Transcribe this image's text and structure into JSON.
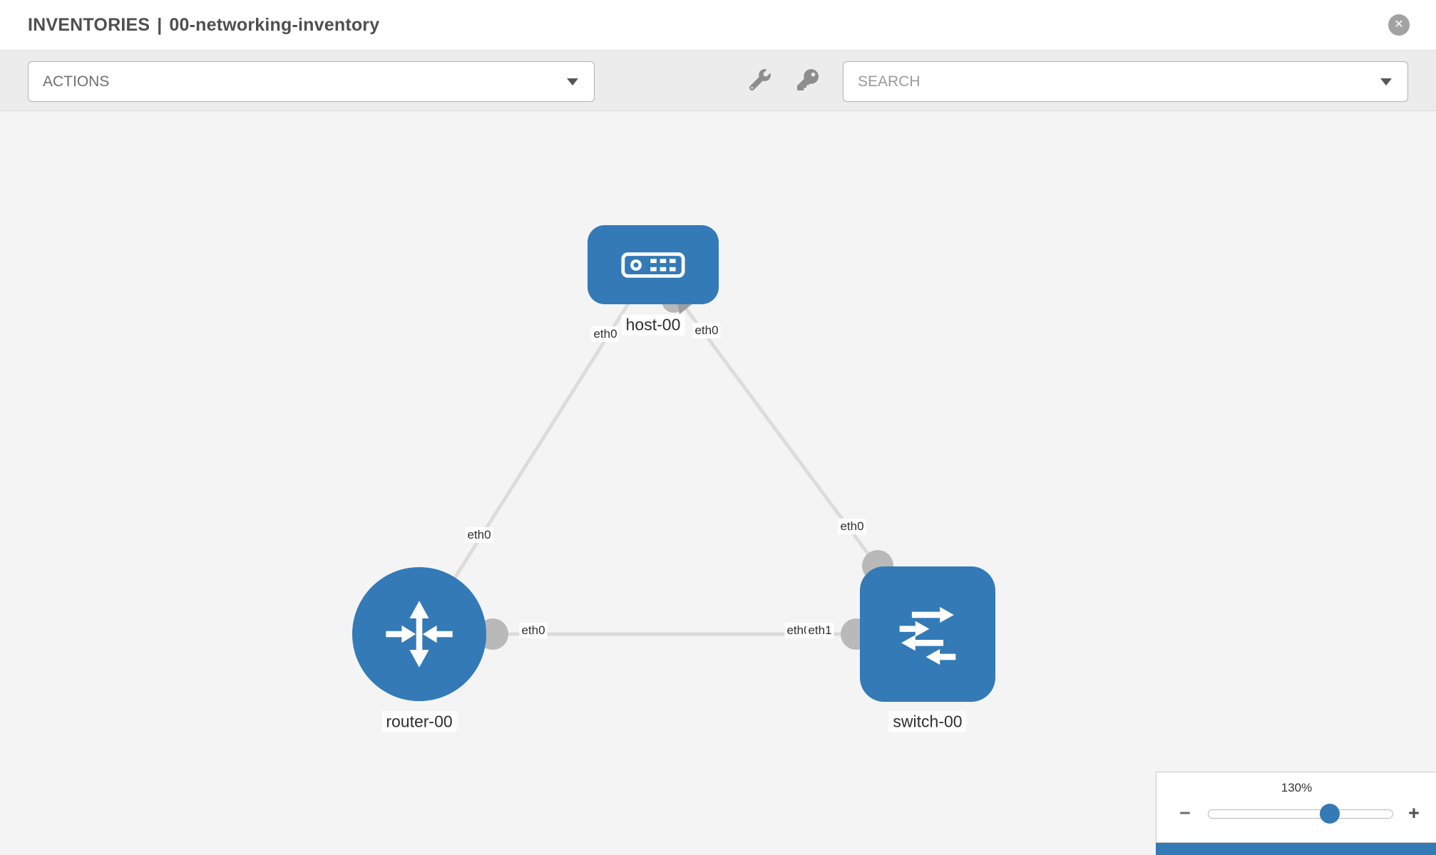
{
  "header": {
    "section": "INVENTORIES",
    "divider": "|",
    "inventory_name": "00-networking-inventory",
    "close_glyph": "✕"
  },
  "toolbar": {
    "actions_label": "ACTIONS",
    "search_placeholder": "SEARCH"
  },
  "diagram": {
    "nodes": [
      {
        "name": "host-00",
        "type": "host"
      },
      {
        "name": "router-00",
        "type": "router"
      },
      {
        "name": "switch-00",
        "type": "switch"
      }
    ],
    "links": [
      {
        "from": "host-00",
        "from_interface": "eth0",
        "to": "router-00",
        "to_interface": "eth0"
      },
      {
        "from": "host-00",
        "from_interface": "eth0",
        "to": "switch-00",
        "to_interface": "eth0"
      },
      {
        "from": "router-00",
        "from_interface": "eth0",
        "to": "switch-00",
        "to_interface": "eth1"
      }
    ],
    "interface_labels": {
      "host_to_router_host_side": "eth0",
      "host_to_router_router_side": "eth0",
      "host_to_switch_host_side": "eth0",
      "host_to_switch_switch_side": "eth0",
      "router_to_switch_router_side": "eth0",
      "router_to_switch_switch_side": "eth1",
      "router_to_switch_switch_side_overlap": "eth0"
    }
  },
  "zoom": {
    "percent": "130%",
    "minus_glyph": "−",
    "plus_glyph": "+"
  },
  "colors": {
    "node_blue": "#337ab7",
    "link_gray": "#dcdcdc",
    "connector_gray": "#b9b9b9",
    "slider_knob_blue": "#337ab7",
    "bottom_bar_blue": "#337ab7"
  }
}
